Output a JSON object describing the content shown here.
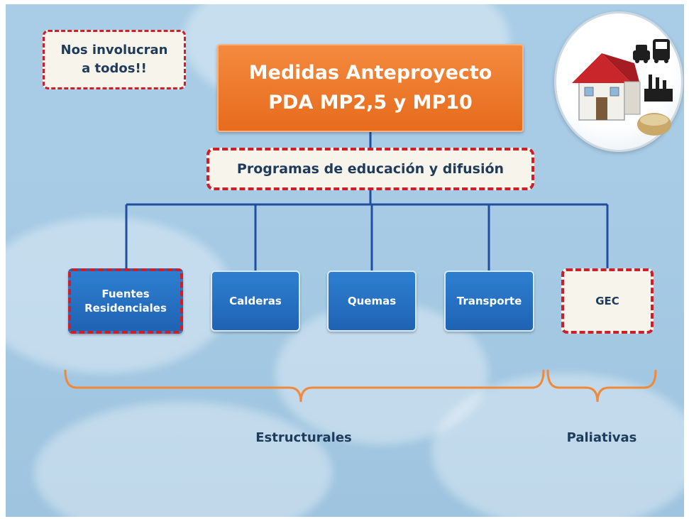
{
  "title": {
    "line1": "Medidas Anteproyecto",
    "line2": "PDA MP2,5 y MP10"
  },
  "note": {
    "line1": "Nos involucran",
    "line2": "a todos!!"
  },
  "program": "Programas de educación y difusión",
  "categories": [
    {
      "line1": "Fuentes",
      "line2": "Residenciales"
    },
    {
      "line1": "Calderas",
      "line2": ""
    },
    {
      "line1": "Quemas",
      "line2": ""
    },
    {
      "line1": "Transporte",
      "line2": ""
    },
    {
      "line1": "GEC",
      "line2": ""
    }
  ],
  "groups": {
    "structural": "Estructurales",
    "palliative": "Paliativas"
  },
  "emblem_icons": [
    "house-icon",
    "car-icon",
    "bus-icon",
    "factory-icon",
    "field-icon"
  ],
  "colors": {
    "title_orange": "#e66b1d",
    "box_blue": "#1f63b3",
    "dashed_red": "#cc1f2a",
    "connector_blue": "#1f4f9e",
    "bracket_orange": "#f08a3a",
    "label_navy": "#1f3b5b"
  }
}
